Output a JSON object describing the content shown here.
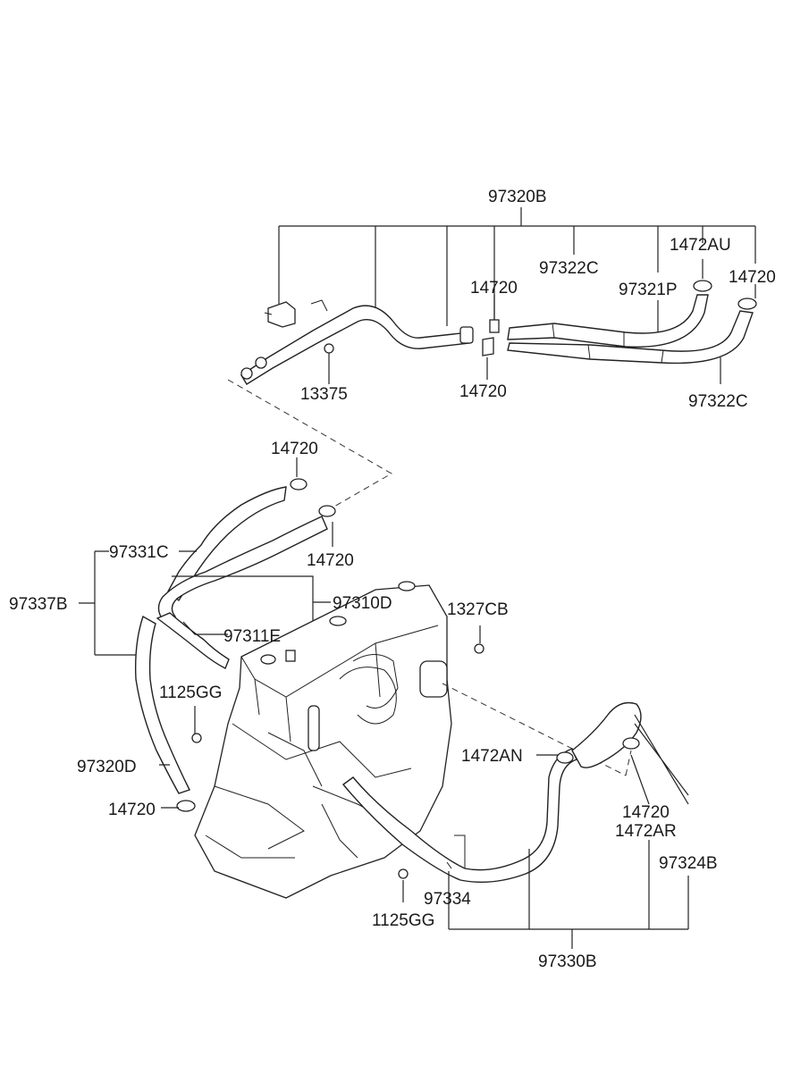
{
  "labels": {
    "top_assembly": "97320B",
    "l_14720_a": "14720",
    "l_97322C_a": "97322C",
    "l_1472AU": "1472AU",
    "l_14720_b": "14720",
    "l_97321P": "97321P",
    "l_13375": "13375",
    "l_14720_c": "14720",
    "l_97322C_b": "97322C",
    "l_14720_d": "14720",
    "l_97331C": "97331C",
    "l_14720_e": "14720",
    "l_97337B": "97337B",
    "l_97310D": "97310D",
    "l_1327CB": "1327CB",
    "l_97311E": "97311E",
    "l_1125GG_a": "1125GG",
    "l_97320D": "97320D",
    "l_14720_f": "14720",
    "l_1472AN": "1472AN",
    "l_14720_g": "14720",
    "l_1472AR": "1472AR",
    "l_97324B": "97324B",
    "l_97334": "97334",
    "l_1125GG_b": "1125GG",
    "l_97330B": "97330B"
  }
}
